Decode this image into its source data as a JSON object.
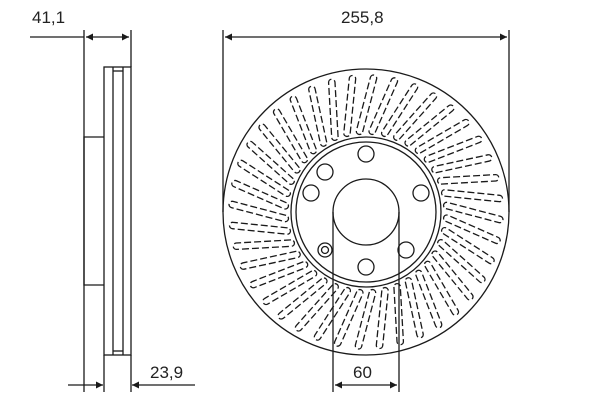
{
  "drawing": {
    "type": "brake-disc-technical-drawing",
    "line_color": "#1a1a1a",
    "background": "#ffffff",
    "views": [
      "side-view",
      "front-view"
    ]
  },
  "dimensions": {
    "thickness": "41,1",
    "diameter": "255,8",
    "min_thickness": "23,9",
    "centering_diameter": "60"
  },
  "front_view": {
    "vane_count": 40,
    "bolt_hole_count": 5,
    "has_locating_hole": true
  }
}
